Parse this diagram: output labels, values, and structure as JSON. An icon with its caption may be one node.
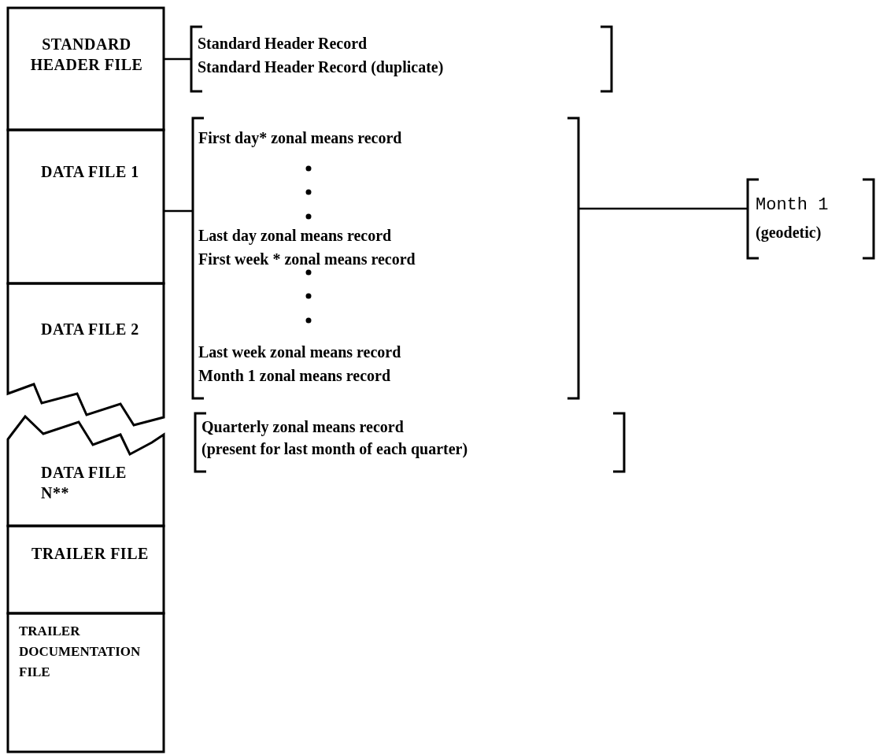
{
  "diagram": {
    "nodes": [
      {
        "text": [
          "STANDARD HEADER FILE"
        ]
      },
      {
        "text": [
          "DATA FILE 1"
        ]
      },
      {
        "text": [
          "DATA FILE 2"
        ]
      },
      {
        "text": [
          "DATA FILE N**"
        ]
      },
      {
        "text": [
          "TRAILER FILE"
        ]
      },
      {
        "text": [
          "TRAILER DOCUMENTATION FILE"
        ]
      },
      {
        "text": [
          "Standard Header Record",
          "Standard Header Record (duplicate)"
        ]
      },
      {
        "text": [
          "First day* zonal means record",
          "Last day zonal means record",
          "First week * zonal means record",
          "Last week zonal means record",
          "Month 1 zonal means record"
        ]
      },
      {
        "text": [
          "Quarterly zonal means record",
          "(present for last month of each quarter)"
        ]
      },
      {
        "text": [
          "Month 1",
          "(geodetic)"
        ]
      }
    ],
    "edges": [
      {
        "from": 0,
        "to": 6,
        "arrow": "none"
      },
      {
        "from": 1,
        "to": 7,
        "arrow": "none"
      },
      {
        "from": 7,
        "to": 9,
        "arrow": "none"
      }
    ]
  }
}
